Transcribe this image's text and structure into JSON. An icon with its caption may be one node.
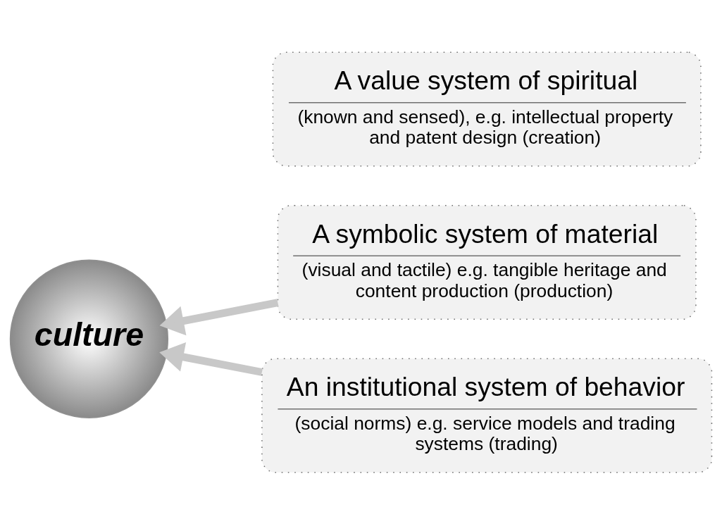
{
  "diagram": {
    "nodes": [
      {
        "text": [
          "culture"
        ]
      },
      {
        "text": [
          "A symbolic system of material",
          "(visual and tactile) e.g. tangible heritage and content production (production)"
        ]
      },
      {
        "text": [
          "A value system of spiritual",
          "(known and sensed), e.g. intellectual property and patent design (creation)"
        ]
      },
      {
        "text": [
          "An institutional system of behavior",
          "(social norms) e.g. service models and trading systems (trading)"
        ]
      }
    ],
    "edges": [
      {
        "from": 1,
        "to": 0,
        "arrow": "to"
      },
      {
        "from": 3,
        "to": 0,
        "arrow": "to"
      }
    ]
  }
}
